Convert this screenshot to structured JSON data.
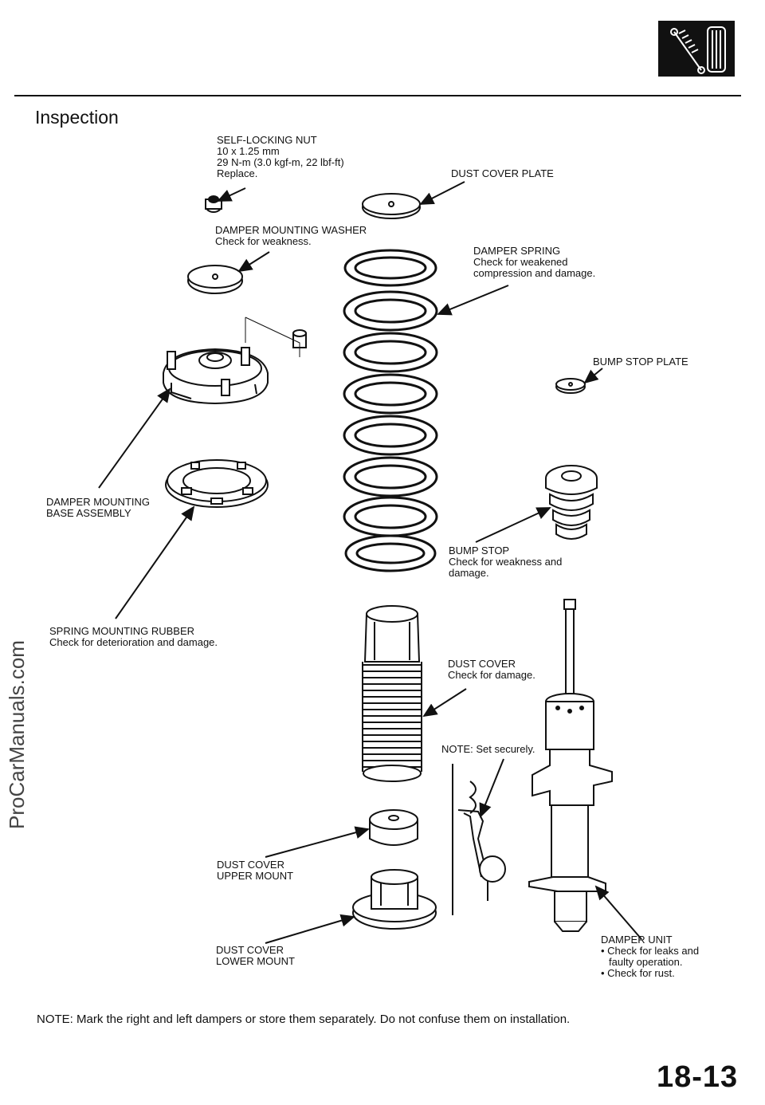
{
  "page": {
    "section_title": "Inspection",
    "page_number": "18-13",
    "watermark": "ProCarManuals.com",
    "footer_note": "NOTE:  Mark the right and left dampers or store them separately. Do not confuse them on installation."
  },
  "labels": {
    "nut": {
      "l1": "SELF-LOCKING  NUT",
      "l2": "10 x  1.25 mm",
      "l3": "29 N-m (3.0 kgf-m, 22 lbf-ft)",
      "l4": "Replace."
    },
    "dust_plate": {
      "l1": "DUST COVER PLATE"
    },
    "washer": {
      "l1": "DAMPER MOUNTING WASHER",
      "l2": "Check for weakness."
    },
    "spring": {
      "l1": "DAMPER  SPRING",
      "l2": "Check for weakened",
      "l3": "compression  and  damage."
    },
    "bump_plate": {
      "l1": "BUMP STOP PLATE"
    },
    "base": {
      "l1": "DAMPER MOUNTING",
      "l2": "BASE ASSEMBLY"
    },
    "bump_stop": {
      "l1": "BUMP STOP",
      "l2": "Check for weakness and",
      "l3": "damage."
    },
    "rubber": {
      "l1": "SPRING  MOUNTING  RUBBER",
      "l2": "Check for  deterioration  and  damage."
    },
    "dust_cover": {
      "l1": "DUST COVER",
      "l2": "Check for damage."
    },
    "note_secure": {
      "l1": "NOTE:  Set securely."
    },
    "upper_mount": {
      "l1": "DUST  COVER",
      "l2": "UPPER  MOUNT"
    },
    "lower_mount": {
      "l1": "DUST COVER",
      "l2": "LOWER  MOUNT"
    },
    "damper_unit": {
      "l1": "DAMPER UNIT",
      "l2": "• Check for leaks and",
      "l3": "faulty operation.",
      "l4": "• Check for rust."
    }
  }
}
